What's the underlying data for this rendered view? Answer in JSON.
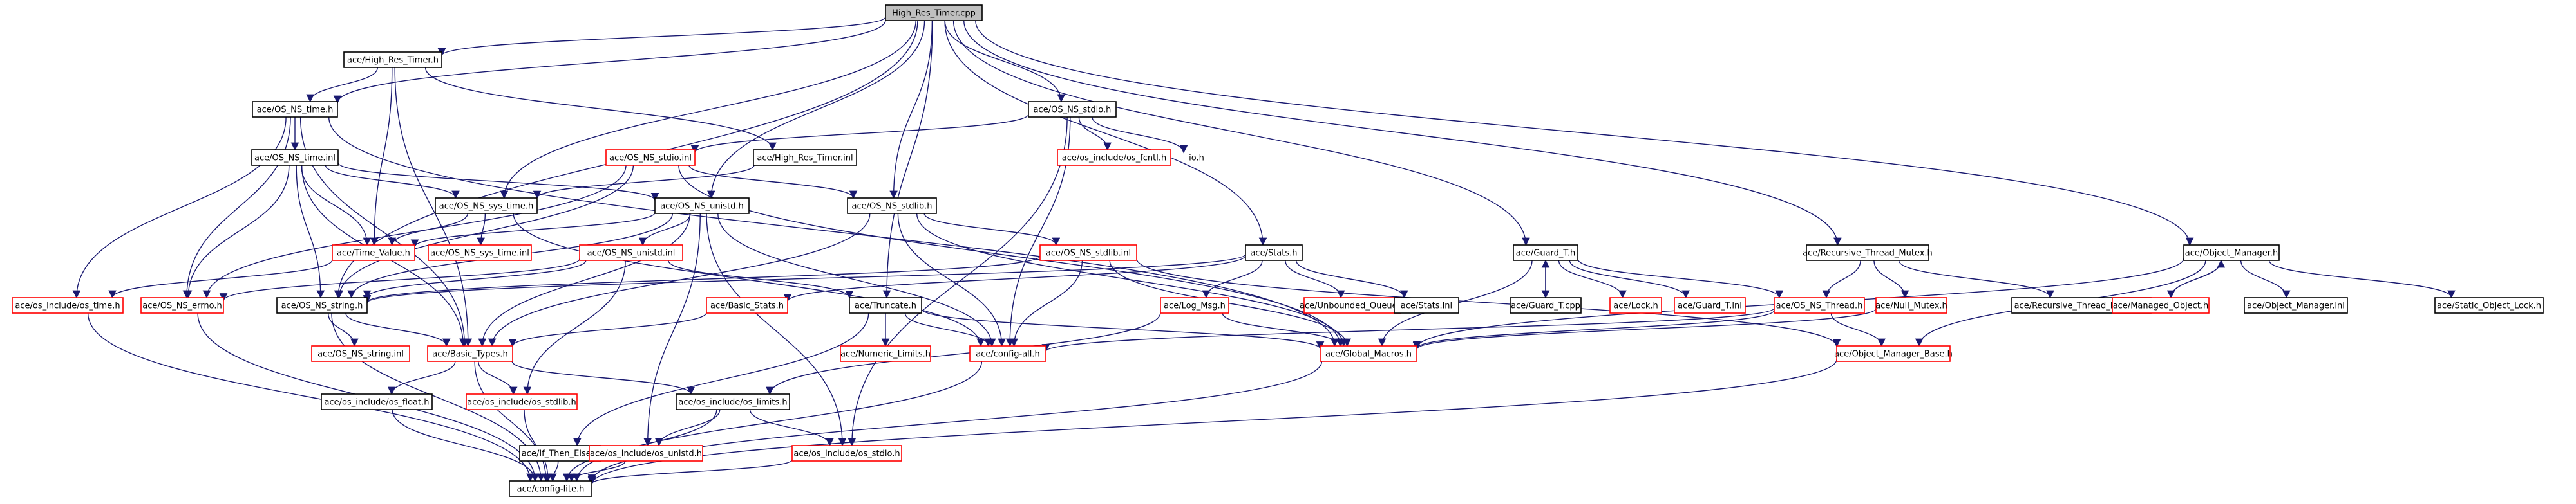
{
  "graph": {
    "colors": {
      "edge": "#191970",
      "arrowhead": "#191970",
      "root_fill": "#bfbfbf",
      "root_stroke": "#000000",
      "documented_stroke": "#000000",
      "undocumented_stroke": "#ff0000",
      "node_fill": "#ffffff",
      "text": "#000000"
    },
    "nodes": [
      {
        "id": "root",
        "label": "High_Res_Timer.cpp",
        "style": "root"
      },
      {
        "id": "hrt_h",
        "label": "ace/High_Res_Timer.h",
        "style": "black"
      },
      {
        "id": "nst_h",
        "label": "ace/OS_NS_time.h",
        "style": "black"
      },
      {
        "id": "nsstdio_h",
        "label": "ace/OS_NS_stdio.h",
        "style": "black"
      },
      {
        "id": "stats_h",
        "label": "ace/Stats.h",
        "style": "black"
      },
      {
        "id": "guard_h",
        "label": "ace/Guard_T.h",
        "style": "black"
      },
      {
        "id": "rtm_h",
        "label": "ace/Recursive_Thread_Mutex.h",
        "style": "black"
      },
      {
        "id": "om_h",
        "label": "ace/Object_Manager.h",
        "style": "black"
      },
      {
        "id": "nst_inl",
        "label": "ace/OS_NS_time.inl",
        "style": "black"
      },
      {
        "id": "nsstdio_inl",
        "label": "ace/OS_NS_stdio.inl",
        "style": "red"
      },
      {
        "id": "hrt_inl",
        "label": "ace/High_Res_Timer.inl",
        "style": "black"
      },
      {
        "id": "fcntl",
        "label": "ace/os_include/os_fcntl.h",
        "style": "red"
      },
      {
        "id": "io_h",
        "label": "io.h",
        "style": "none"
      },
      {
        "id": "sys_time_h",
        "label": "ace/OS_NS_sys_time.h",
        "style": "black"
      },
      {
        "id": "unistd_h",
        "label": "ace/OS_NS_unistd.h",
        "style": "black"
      },
      {
        "id": "stdlib_h",
        "label": "ace/OS_NS_stdlib.h",
        "style": "black"
      },
      {
        "id": "time_value",
        "label": "ace/Time_Value.h",
        "style": "red"
      },
      {
        "id": "sys_time_inl",
        "label": "ace/OS_NS_sys_time.inl",
        "style": "red"
      },
      {
        "id": "unistd_inl",
        "label": "ace/OS_NS_unistd.inl",
        "style": "red"
      },
      {
        "id": "stdlib_inl",
        "label": "ace/OS_NS_stdlib.inl",
        "style": "red"
      },
      {
        "id": "os_time",
        "label": "ace/os_include/os_time.h",
        "style": "red"
      },
      {
        "id": "errno_h",
        "label": "ace/OS_NS_errno.h",
        "style": "red"
      },
      {
        "id": "string_h",
        "label": "ace/OS_NS_string.h",
        "style": "black"
      },
      {
        "id": "basic_stats",
        "label": "ace/Basic_Stats.h",
        "style": "red"
      },
      {
        "id": "truncate",
        "label": "ace/Truncate.h",
        "style": "black"
      },
      {
        "id": "log_msg",
        "label": "ace/Log_Msg.h",
        "style": "red"
      },
      {
        "id": "unb_queue",
        "label": "ace/Unbounded_Queue.h",
        "style": "red"
      },
      {
        "id": "stats_inl",
        "label": "ace/Stats.inl",
        "style": "black"
      },
      {
        "id": "guard_cpp",
        "label": "ace/Guard_T.cpp",
        "style": "black"
      },
      {
        "id": "lock_h",
        "label": "ace/Lock.h",
        "style": "red"
      },
      {
        "id": "guard_inl",
        "label": "ace/Guard_T.inl",
        "style": "red"
      },
      {
        "id": "thread_h",
        "label": "ace/OS_NS_Thread.h",
        "style": "red"
      },
      {
        "id": "null_mutex",
        "label": "ace/Null_Mutex.h",
        "style": "red"
      },
      {
        "id": "rtm_inl",
        "label": "ace/Recursive_Thread_Mutex.inl",
        "style": "black"
      },
      {
        "id": "managed_obj",
        "label": "ace/Managed_Object.h",
        "style": "red"
      },
      {
        "id": "om_inl",
        "label": "ace/Object_Manager.inl",
        "style": "black"
      },
      {
        "id": "sol_h",
        "label": "ace/Static_Object_Lock.h",
        "style": "black"
      },
      {
        "id": "string_inl",
        "label": "ace/OS_NS_string.inl",
        "style": "red"
      },
      {
        "id": "basic_types",
        "label": "ace/Basic_Types.h",
        "style": "red"
      },
      {
        "id": "numeric",
        "label": "ace/Numeric_Limits.h",
        "style": "red"
      },
      {
        "id": "config_all",
        "label": "ace/config-all.h",
        "style": "red"
      },
      {
        "id": "global",
        "label": "ace/Global_Macros.h",
        "style": "red"
      },
      {
        "id": "om_base",
        "label": "ace/Object_Manager_Base.h",
        "style": "red"
      },
      {
        "id": "os_float",
        "label": "ace/os_include/os_float.h",
        "style": "black"
      },
      {
        "id": "os_stdlib",
        "label": "ace/os_include/os_stdlib.h",
        "style": "red"
      },
      {
        "id": "os_limits",
        "label": "ace/os_include/os_limits.h",
        "style": "black"
      },
      {
        "id": "ite",
        "label": "ace/If_Then_Else.h",
        "style": "black"
      },
      {
        "id": "os_unistd",
        "label": "ace/os_include/os_unistd.h",
        "style": "red"
      },
      {
        "id": "os_stdio",
        "label": "ace/os_include/os_stdio.h",
        "style": "red"
      },
      {
        "id": "config_lite",
        "label": "ace/config-lite.h",
        "style": "black"
      }
    ],
    "edges": [
      [
        "root",
        "hrt_h"
      ],
      [
        "root",
        "nst_h"
      ],
      [
        "root",
        "nsstdio_h"
      ],
      [
        "root",
        "stats_h"
      ],
      [
        "root",
        "guard_h"
      ],
      [
        "root",
        "rtm_h"
      ],
      [
        "root",
        "om_h"
      ],
      [
        "root",
        "sys_time_h"
      ],
      [
        "root",
        "unistd_h"
      ],
      [
        "root",
        "stdlib_h"
      ],
      [
        "root",
        "string_h"
      ],
      [
        "root",
        "truncate"
      ],
      [
        "hrt_h",
        "nst_h"
      ],
      [
        "hrt_h",
        "time_value"
      ],
      [
        "hrt_h",
        "basic_types"
      ],
      [
        "hrt_h",
        "hrt_inl"
      ],
      [
        "nst_h",
        "nst_inl"
      ],
      [
        "nst_h",
        "os_time"
      ],
      [
        "nst_h",
        "errno_h"
      ],
      [
        "nst_h",
        "basic_types"
      ],
      [
        "nst_h",
        "global"
      ],
      [
        "nsstdio_h",
        "nsstdio_inl"
      ],
      [
        "nsstdio_h",
        "fcntl"
      ],
      [
        "nsstdio_h",
        "io_h"
      ],
      [
        "nsstdio_h",
        "os_stdio"
      ],
      [
        "nsstdio_h",
        "config_all"
      ],
      [
        "nst_inl",
        "sys_time_h"
      ],
      [
        "nst_inl",
        "unistd_h"
      ],
      [
        "nst_inl",
        "time_value"
      ],
      [
        "nst_inl",
        "errno_h"
      ],
      [
        "nst_inl",
        "string_h"
      ],
      [
        "nst_inl",
        "basic_types"
      ],
      [
        "nsstdio_inl",
        "stdlib_h"
      ],
      [
        "nsstdio_inl",
        "errno_h"
      ],
      [
        "nsstdio_inl",
        "string_h"
      ],
      [
        "nsstdio_inl",
        "global"
      ],
      [
        "hrt_inl",
        "sys_time_h"
      ],
      [
        "sys_time_h",
        "time_value"
      ],
      [
        "sys_time_h",
        "sys_time_inl"
      ],
      [
        "sys_time_h",
        "config_all"
      ],
      [
        "unistd_h",
        "unistd_inl"
      ],
      [
        "unistd_h",
        "time_value"
      ],
      [
        "unistd_h",
        "basic_types"
      ],
      [
        "unistd_h",
        "os_unistd"
      ],
      [
        "unistd_h",
        "config_all"
      ],
      [
        "unistd_h",
        "string_h"
      ],
      [
        "unistd_h",
        "os_stdio"
      ],
      [
        "stdlib_h",
        "stdlib_inl"
      ],
      [
        "stdlib_h",
        "basic_types"
      ],
      [
        "stdlib_h",
        "config_all"
      ],
      [
        "stdlib_h",
        "global"
      ],
      [
        "unistd_inl",
        "errno_h"
      ],
      [
        "unistd_inl",
        "string_h"
      ],
      [
        "unistd_inl",
        "os_stdlib"
      ],
      [
        "unistd_inl",
        "truncate"
      ],
      [
        "stdlib_inl",
        "string_h"
      ],
      [
        "stdlib_inl",
        "config_all"
      ],
      [
        "stdlib_inl",
        "global"
      ],
      [
        "stdlib_inl",
        "om_base"
      ],
      [
        "time_value",
        "os_time"
      ],
      [
        "os_time",
        "config_lite"
      ],
      [
        "errno_h",
        "config_lite"
      ],
      [
        "string_h",
        "string_inl"
      ],
      [
        "string_h",
        "basic_types"
      ],
      [
        "string_h",
        "config_lite"
      ],
      [
        "stats_h",
        "basic_stats"
      ],
      [
        "stats_h",
        "log_msg"
      ],
      [
        "stats_h",
        "unb_queue"
      ],
      [
        "stats_h",
        "stats_inl"
      ],
      [
        "stats_h",
        "string_h"
      ],
      [
        "basic_stats",
        "basic_types"
      ],
      [
        "truncate",
        "numeric"
      ],
      [
        "truncate",
        "ite"
      ],
      [
        "truncate",
        "config_all"
      ],
      [
        "truncate",
        "global"
      ],
      [
        "log_msg",
        "global"
      ],
      [
        "log_msg",
        "os_limits"
      ],
      [
        "guard_h",
        "guard_cpp"
      ],
      [
        "guard_h",
        "lock_h"
      ],
      [
        "guard_h",
        "guard_inl"
      ],
      [
        "guard_h",
        "thread_h"
      ],
      [
        "guard_h",
        "global"
      ],
      [
        "guard_cpp",
        "guard_h"
      ],
      [
        "rtm_h",
        "thread_h"
      ],
      [
        "rtm_h",
        "null_mutex"
      ],
      [
        "rtm_h",
        "rtm_inl"
      ],
      [
        "thread_h",
        "global"
      ],
      [
        "thread_h",
        "om_base"
      ],
      [
        "thread_h",
        "config_all"
      ],
      [
        "null_mutex",
        "global"
      ],
      [
        "om_h",
        "managed_obj"
      ],
      [
        "om_h",
        "om_inl"
      ],
      [
        "om_h",
        "sol_h"
      ],
      [
        "om_h",
        "om_base"
      ],
      [
        "om_h",
        "global"
      ],
      [
        "managed_obj",
        "om_h"
      ],
      [
        "basic_types",
        "config_lite"
      ],
      [
        "basic_types",
        "os_float"
      ],
      [
        "basic_types",
        "os_stdlib"
      ],
      [
        "basic_types",
        "os_limits"
      ],
      [
        "config_all",
        "config_lite"
      ],
      [
        "global",
        "config_lite"
      ],
      [
        "om_base",
        "config_lite"
      ],
      [
        "os_float",
        "config_lite"
      ],
      [
        "os_stdlib",
        "config_lite"
      ],
      [
        "os_limits",
        "os_unistd"
      ],
      [
        "os_limits",
        "os_stdio"
      ],
      [
        "os_limits",
        "config_lite"
      ],
      [
        "ite",
        "config_lite"
      ],
      [
        "os_unistd",
        "config_lite"
      ],
      [
        "os_stdio",
        "config_lite"
      ]
    ]
  }
}
